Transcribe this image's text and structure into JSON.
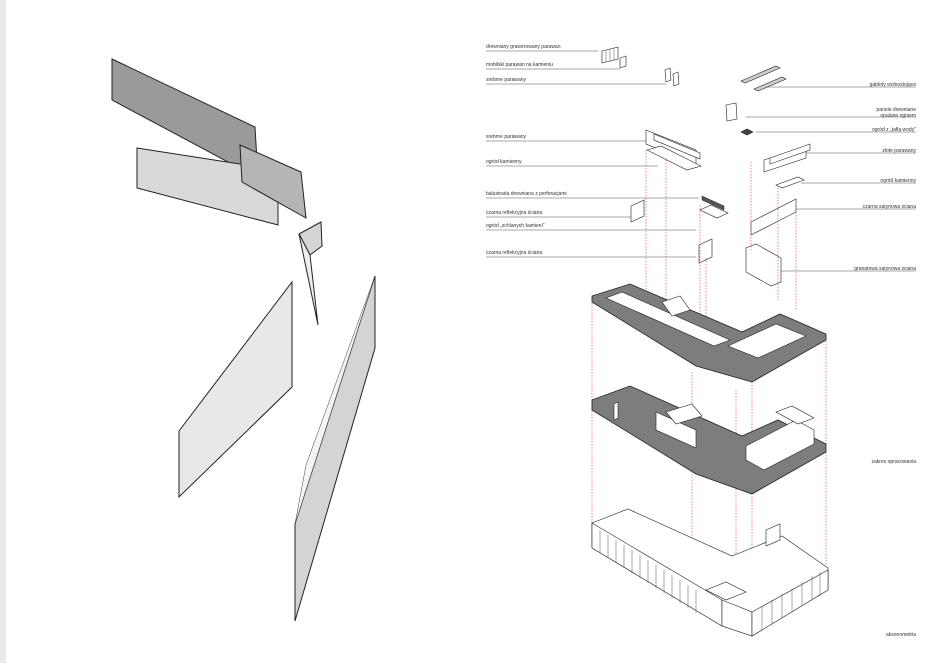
{
  "labels_left": [
    "drewniany grawerowany parawan",
    "mobilski parawan na kamieniu",
    "srebrne parawany",
    "srebrne parawany",
    "ogród kamienny",
    "balustrada drewniana z perforacjami",
    "czarna reflekcyjna ściana",
    "ogród „schlanych kamieni\"",
    "czarna reflekcyjna ściana"
  ],
  "labels_right": [
    "gabloty wolnostojące",
    "panele drewniane",
    "opalane ogniem",
    "ogród z „taflą wody\"",
    "złote parawany",
    "ogród kamienny",
    "czarna satynowa ściana",
    "granatowa satynowa ściana",
    "zakres opracowania",
    "aksonometria"
  ],
  "colors": {
    "background": "#ffffff",
    "frame": "#e9e9e9",
    "panel_dark": "#8f8f8f",
    "panel_light": "#d9d9d9",
    "floor_plate": "#7d7d7d",
    "projection_line": "#e03434"
  }
}
